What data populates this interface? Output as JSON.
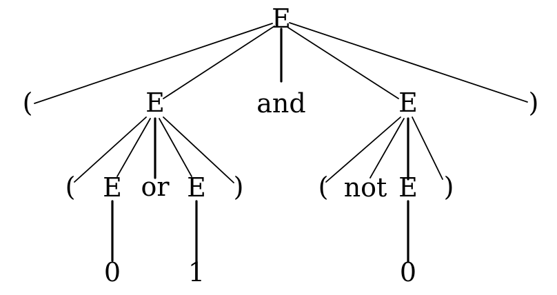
{
  "tree": {
    "root": "E",
    "level1": {
      "open_paren": "(",
      "left_E": "E",
      "and": "and",
      "right_E": "E",
      "close_paren": ")"
    },
    "level2_left": {
      "open_paren": "(",
      "E1": "E",
      "or": "or",
      "E2": "E",
      "close_paren": ")"
    },
    "level2_right": {
      "open_paren": "(",
      "not": "not",
      "E": "E",
      "close_paren": ")"
    },
    "leaves": {
      "zero_left": "0",
      "one": "1",
      "zero_right": "0"
    }
  }
}
